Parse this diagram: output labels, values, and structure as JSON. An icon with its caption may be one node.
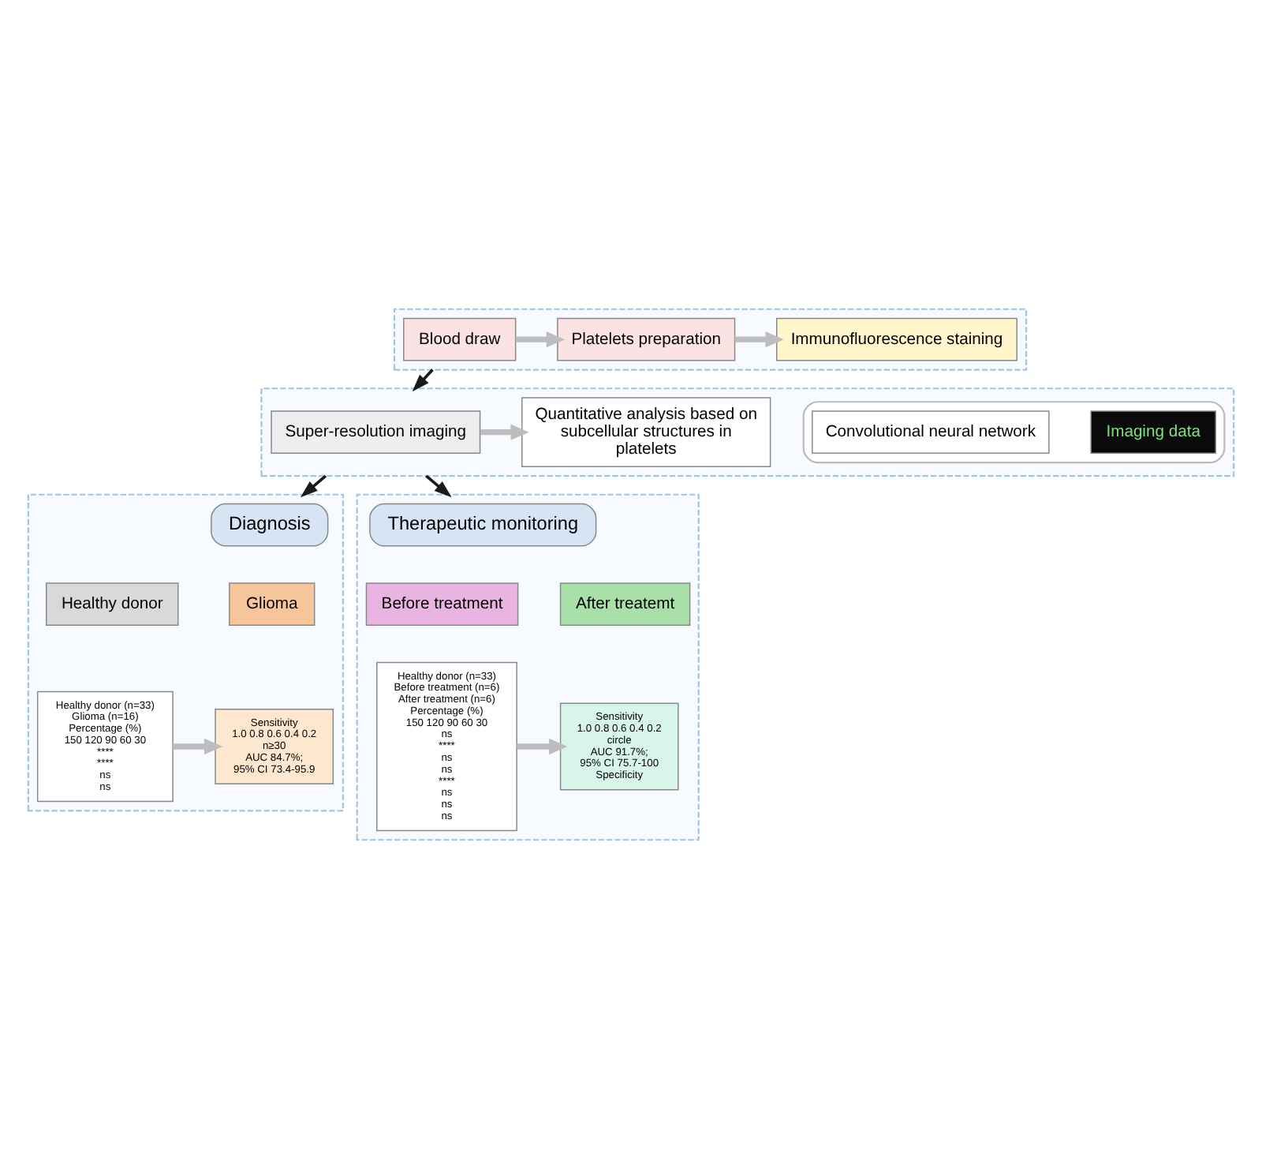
{
  "diagram": {
    "nodes": [
      {
        "text": [],
        "shape": "box"
      },
      {
        "text": [
          "Blood draw"
        ],
        "in": 0
      },
      {
        "text": [
          "Platelets preparation"
        ],
        "in": 0
      },
      {
        "text": [
          "Immunofluorescence staining"
        ],
        "in": 0
      },
      {
        "text": [],
        "shape": "box"
      },
      {
        "text": [
          "Super-resolution imaging"
        ],
        "in": 4
      },
      {
        "text": [
          "Quantitative analysis based on subcellular structures in platelets"
        ],
        "in": 4
      },
      {
        "text": [],
        "shape": "box",
        "in": 4
      },
      {
        "text": [
          "Imaging data"
        ],
        "in": 7
      },
      {
        "text": [
          "Convolutional neural network"
        ],
        "in": 7
      },
      {
        "text": [],
        "shape": "box"
      },
      {
        "text": [
          "Diagnosis"
        ],
        "in": 10
      },
      {
        "text": [
          "Healthy donor"
        ],
        "in": 10
      },
      {
        "text": [
          "Glioma"
        ],
        "in": 10
      },
      {
        "text": [
          "Healthy donor (n=33)",
          "Glioma (n=16)",
          "Percentage (%)",
          "150 120 90 60 30",
          "****",
          "****",
          "ns",
          "ns"
        ],
        "in": 10
      },
      {
        "text": [
          "Sensitivity",
          "1.0 0.8 0.6 0.4 0.2",
          "n≥30",
          "AUC 84.7%;",
          "95% CI 73.4-95.9"
        ],
        "in": 10
      },
      {
        "text": [],
        "shape": "box"
      },
      {
        "text": [
          "Therapeutic monitoring"
        ],
        "in": 16
      },
      {
        "text": [
          "Before treatment"
        ],
        "in": 16
      },
      {
        "text": [
          "After treatemt"
        ],
        "in": 16
      },
      {
        "text": [
          "Healthy donor (n=33)",
          "Before treatment (n=6)",
          "After treatment (n=6)",
          "Percentage (%)",
          "150 120 90 60 30",
          "ns",
          "****",
          "ns",
          "ns",
          "****",
          "ns",
          "ns",
          "ns"
        ],
        "in": 16
      },
      {
        "text": [
          "Sensitivity",
          "1.0 0.8 0.6 0.4 0.2",
          "circle",
          "AUC 91.7%;",
          "95% CI 75.7-100",
          "Specificity"
        ],
        "in": 16
      }
    ],
    "edges": [
      {
        "from": 1,
        "to": 2,
        "arrow": "to"
      },
      {
        "from": 2,
        "to": 3,
        "arrow": "to"
      },
      {
        "from": 0,
        "to": 4,
        "arrow": "to",
        "color": "#1a1a1a"
      },
      {
        "from": 5,
        "to": 6,
        "arrow": "to"
      },
      {
        "from": 4,
        "to": 10,
        "arrow": "to",
        "color": "#1a1a1a"
      },
      {
        "from": 4,
        "to": 16,
        "arrow": "to",
        "color": "#1a1a1a"
      },
      {
        "from": 14,
        "to": 15,
        "arrow": "to"
      },
      {
        "from": 20,
        "to": 21,
        "arrow": "to"
      }
    ]
  }
}
